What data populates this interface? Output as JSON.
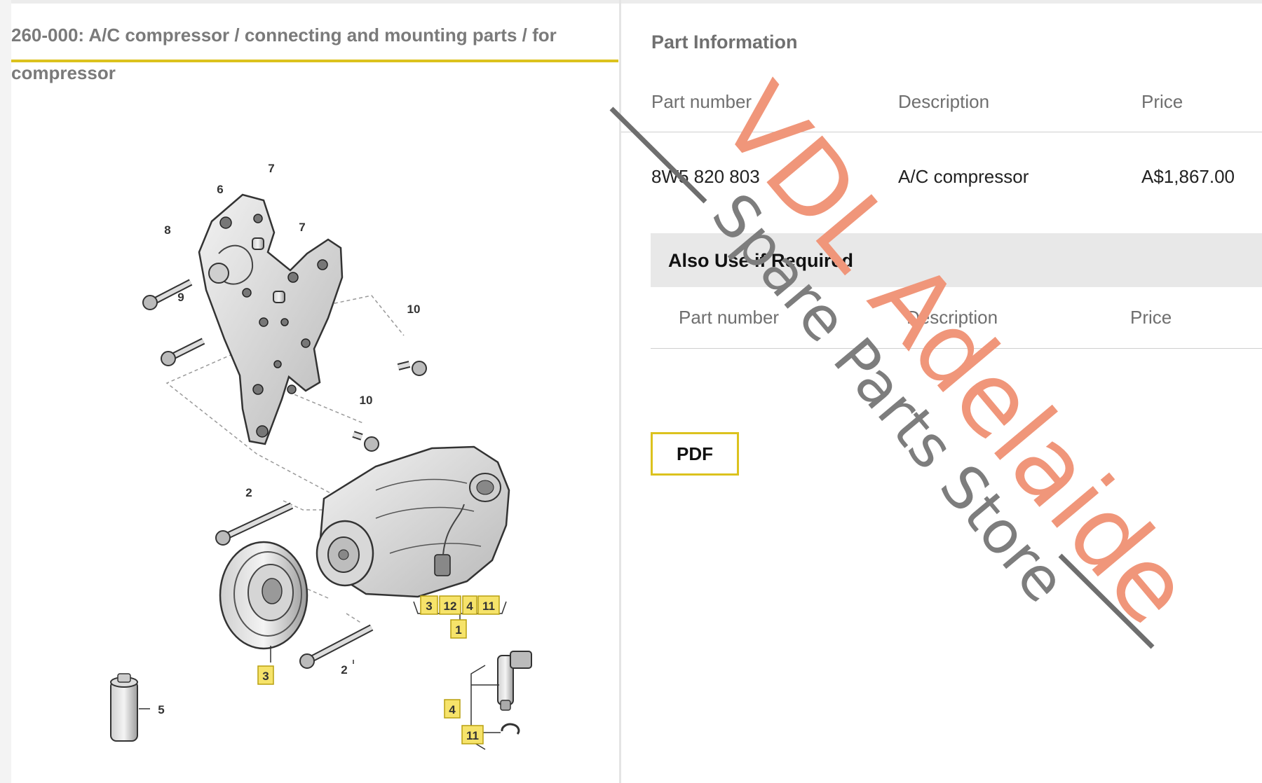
{
  "diagram": {
    "title": "260-000: A/C compressor / connecting and mounting parts / for compressor",
    "callouts": {
      "c2a": "2",
      "c2b": "2",
      "c3": "3",
      "c5": "5",
      "c6": "6",
      "c7a": "7",
      "c7b": "7",
      "c8": "8",
      "c9": "9",
      "c10a": "10",
      "c10b": "10",
      "g3": "3",
      "g12": "12",
      "g4": "4",
      "g11": "11",
      "g1": "1",
      "s4": "4",
      "s11": "11"
    }
  },
  "part_info": {
    "title": "Part Information",
    "headers": {
      "part_number": "Part number",
      "description": "Description",
      "price": "Price"
    },
    "rows": [
      {
        "part_number": "8W5 820 803",
        "description": "A/C compressor",
        "price": "A$1,867.00"
      }
    ]
  },
  "also_use": {
    "title": "Also Use if Required",
    "headers": {
      "part_number": "Part number",
      "description": "Description",
      "price": "Price"
    }
  },
  "pdf_button": {
    "label": "PDF"
  },
  "watermark": {
    "line1": "VDL Adelaide",
    "line2": "Spare Parts Store"
  },
  "colors": {
    "accent": "#dcc21e",
    "watermark_red": "#f0967a",
    "watermark_gray": "#7d7d7d",
    "callout_fill": "#f6e36a"
  }
}
